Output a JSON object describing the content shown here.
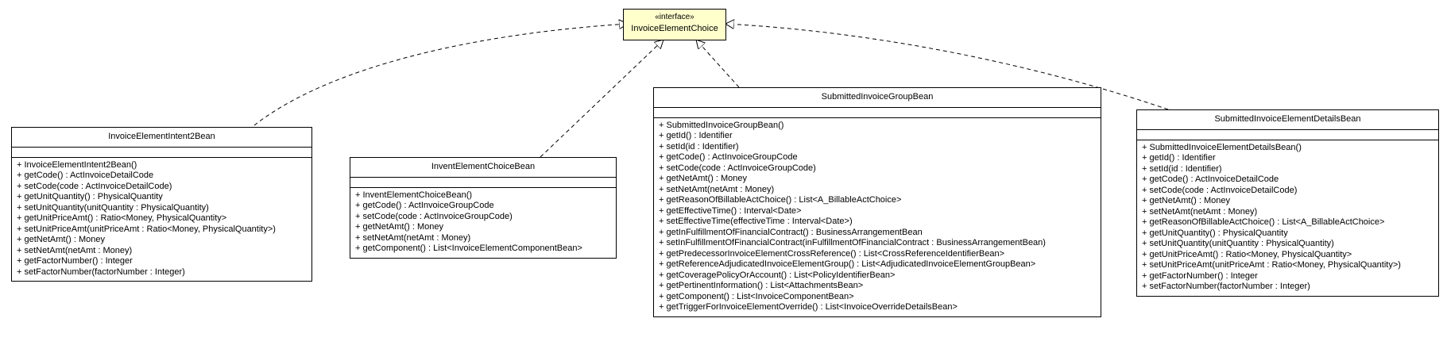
{
  "interface": {
    "stereotype": "«interface»",
    "name": "InvoiceElementChoice"
  },
  "classes": [
    {
      "key": "intent2",
      "name": "InvoiceElementIntent2Bean",
      "operations": [
        "+ InvoiceElementIntent2Bean()",
        "+ getCode() : ActInvoiceDetailCode",
        "+ setCode(code : ActInvoiceDetailCode)",
        "+ getUnitQuantity() : PhysicalQuantity",
        "+ setUnitQuantity(unitQuantity : PhysicalQuantity)",
        "+ getUnitPriceAmt() : Ratio<Money, PhysicalQuantity>",
        "+ setUnitPriceAmt(unitPriceAmt : Ratio<Money, PhysicalQuantity>)",
        "+ getNetAmt() : Money",
        "+ setNetAmt(netAmt : Money)",
        "+ getFactorNumber() : Integer",
        "+ setFactorNumber(factorNumber : Integer)"
      ]
    },
    {
      "key": "invent",
      "name": "InventElementChoiceBean",
      "operations": [
        "+ InventElementChoiceBean()",
        "+ getCode() : ActInvoiceGroupCode",
        "+ setCode(code : ActInvoiceGroupCode)",
        "+ getNetAmt() : Money",
        "+ setNetAmt(netAmt : Money)",
        "+ getComponent() : List<InvoiceElementComponentBean>"
      ]
    },
    {
      "key": "group",
      "name": "SubmittedInvoiceGroupBean",
      "operations": [
        "+ SubmittedInvoiceGroupBean()",
        "+ getId() : Identifier",
        "+ setId(id : Identifier)",
        "+ getCode() : ActInvoiceGroupCode",
        "+ setCode(code : ActInvoiceGroupCode)",
        "+ getNetAmt() : Money",
        "+ setNetAmt(netAmt : Money)",
        "+ getReasonOfBillableActChoice() : List<A_BillableActChoice>",
        "+ getEffectiveTime() : Interval<Date>",
        "+ setEffectiveTime(effectiveTime : Interval<Date>)",
        "+ getInFulfillmentOfFinancialContract() : BusinessArrangementBean",
        "+ setInFulfillmentOfFinancialContract(inFulfillmentOfFinancialContract : BusinessArrangementBean)",
        "+ getPredecessorInvoiceElementCrossReference() : List<CrossReferenceIdentifierBean>",
        "+ getReferenceAdjudicatedInvoiceElementGroup() : List<AdjudicatedInvoiceElementGroupBean>",
        "+ getCoveragePolicyOrAccount() : List<PolicyIdentifierBean>",
        "+ getPertinentInformation() : List<AttachmentsBean>",
        "+ getComponent() : List<InvoiceComponentBean>",
        "+ getTriggerForInvoiceElementOverride() : List<InvoiceOverrideDetailsBean>"
      ]
    },
    {
      "key": "details",
      "name": "SubmittedInvoiceElementDetailsBean",
      "operations": [
        "+ SubmittedInvoiceElementDetailsBean()",
        "+ getId() : Identifier",
        "+ setId(id : Identifier)",
        "+ getCode() : ActInvoiceDetailCode",
        "+ setCode(code : ActInvoiceDetailCode)",
        "+ getNetAmt() : Money",
        "+ setNetAmt(netAmt : Money)",
        "+ getReasonOfBillableActChoice() : List<A_BillableActChoice>",
        "+ getUnitQuantity() : PhysicalQuantity",
        "+ setUnitQuantity(unitQuantity : PhysicalQuantity)",
        "+ getUnitPriceAmt() : Ratio<Money, PhysicalQuantity>",
        "+ setUnitPriceAmt(unitPriceAmt : Ratio<Money, PhysicalQuantity>)",
        "+ getFactorNumber() : Integer",
        "+ setFactorNumber(factorNumber : Integer)"
      ]
    }
  ]
}
